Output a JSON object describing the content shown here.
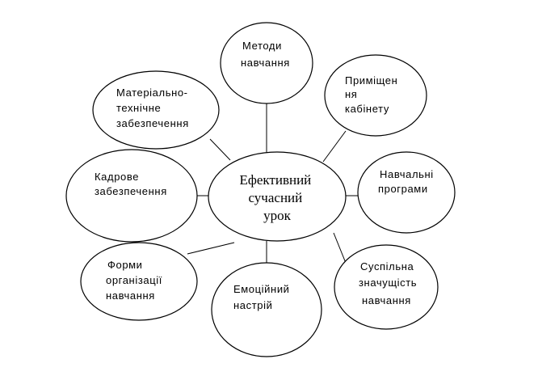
{
  "center": {
    "lines": [
      "Ефективний",
      "сучасний",
      "урок"
    ]
  },
  "nodes": [
    {
      "lines": [
        "Методи",
        "навчання"
      ]
    },
    {
      "lines": [
        "Приміщен",
        "ня",
        "кабінету"
      ]
    },
    {
      "lines": [
        "Навчальні",
        "програми"
      ]
    },
    {
      "lines": [
        "Суспільна",
        "значущість",
        "навчання"
      ]
    },
    {
      "lines": [
        "Емоційний",
        "настрій"
      ]
    },
    {
      "lines": [
        "Форми",
        "організації",
        "навчання"
      ]
    },
    {
      "lines": [
        "Кадрове",
        "забезпечення"
      ]
    },
    {
      "lines": [
        "Матеріально-",
        "технічне",
        "забезпечення"
      ]
    }
  ]
}
